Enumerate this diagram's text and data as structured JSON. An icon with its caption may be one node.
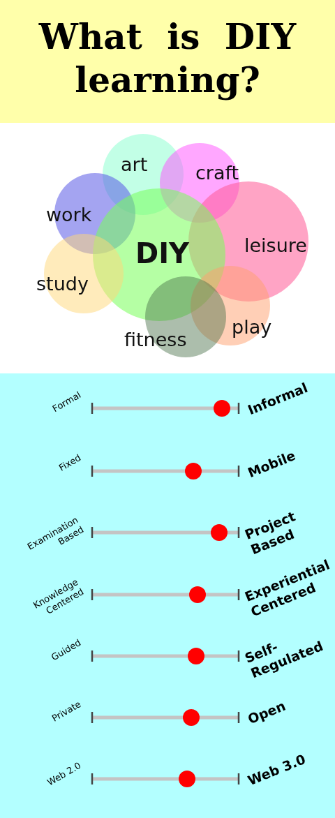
{
  "diagram": {
    "title": "What is DIY learning?",
    "nodes": [
      {
        "text": [
          "art"
        ]
      },
      {
        "text": [
          "craft"
        ]
      },
      {
        "text": [
          "work"
        ]
      },
      {
        "text": [
          "leisure"
        ]
      },
      {
        "text": [
          "DIY"
        ]
      },
      {
        "text": [
          "study"
        ]
      },
      {
        "text": [
          "play"
        ]
      },
      {
        "text": [
          "fitness"
        ]
      }
    ],
    "edges": [],
    "labels": [
      "Formal",
      "Informal",
      "Fixed",
      "Mobile",
      "Examination Based",
      "Project Based",
      "Knowledge Centered",
      "Experiential Centered",
      "Guided",
      "Self-Regulated",
      "Private",
      "Open",
      "Web 2.0",
      "Web 3.0"
    ]
  }
}
